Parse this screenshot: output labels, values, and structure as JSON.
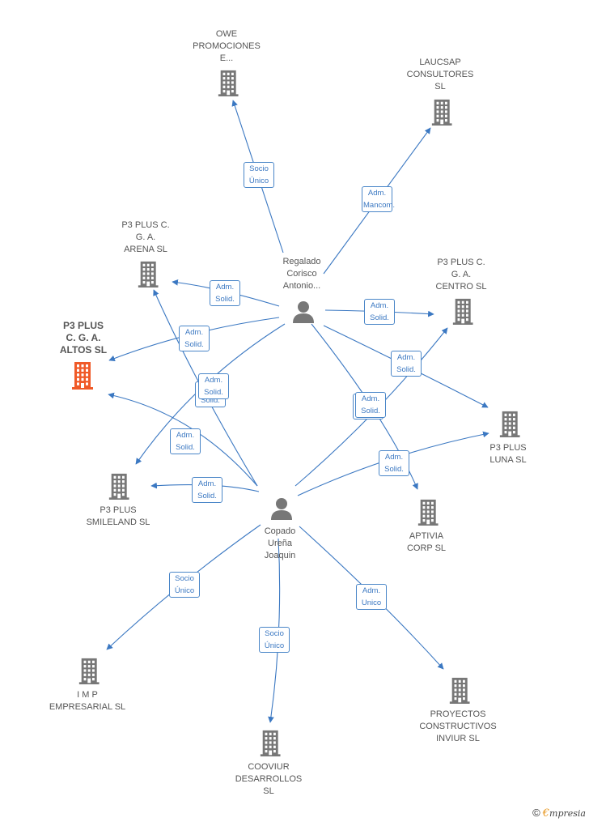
{
  "colors": {
    "edge": "#3b78c2",
    "node": "#777777",
    "highlight": "#f05a28",
    "label": "#555555"
  },
  "nodes": [
    {
      "id": "owe",
      "kind": "company",
      "lines": [
        "OWE",
        "PROMOCIONES",
        "E..."
      ]
    },
    {
      "id": "laucsap",
      "kind": "company",
      "lines": [
        "LAUCSAP",
        "CONSULTORES",
        "SL"
      ]
    },
    {
      "id": "arena",
      "kind": "company",
      "lines": [
        "P3 PLUS C.",
        "G. A.",
        "ARENA  SL"
      ]
    },
    {
      "id": "altos",
      "kind": "company",
      "highlight": true,
      "lines": [
        "P3 PLUS",
        "C.  G. A.",
        "ALTOS  SL"
      ]
    },
    {
      "id": "centro",
      "kind": "company",
      "lines": [
        "P3 PLUS C.",
        "G. A.",
        "CENTRO  SL"
      ]
    },
    {
      "id": "luna",
      "kind": "company",
      "lines": [
        "P3 PLUS",
        "LUNA  SL"
      ]
    },
    {
      "id": "smileland",
      "kind": "company",
      "lines": [
        "P3 PLUS",
        "SMILELAND  SL"
      ]
    },
    {
      "id": "aptivia",
      "kind": "company",
      "lines": [
        "APTIVIA",
        "CORP  SL"
      ]
    },
    {
      "id": "imp",
      "kind": "company",
      "lines": [
        "I M P",
        "EMPRESARIAL SL"
      ]
    },
    {
      "id": "cooviur",
      "kind": "company",
      "lines": [
        "COOVIUR",
        "DESARROLLOS",
        "SL"
      ]
    },
    {
      "id": "proyectos",
      "kind": "company",
      "lines": [
        "PROYECTOS",
        "CONSTRUCTIVOS",
        "INVIUR SL"
      ]
    },
    {
      "id": "regalado",
      "kind": "person",
      "lines": [
        "Regalado",
        "Corisco",
        "Antonio..."
      ]
    },
    {
      "id": "copado",
      "kind": "person",
      "lines": [
        "Copado",
        "Ureña",
        "Joaquin"
      ]
    }
  ],
  "edges": [
    {
      "from": "regalado",
      "to": "owe",
      "lines": [
        "Socio",
        "Único"
      ]
    },
    {
      "from": "regalado",
      "to": "laucsap",
      "lines": [
        "Adm.",
        "Mancom."
      ]
    },
    {
      "from": "regalado",
      "to": "arena",
      "lines": [
        "Adm.",
        "Solid."
      ]
    },
    {
      "from": "regalado",
      "to": "altos",
      "lines": [
        "Adm.",
        "Solid."
      ]
    },
    {
      "from": "regalado",
      "to": "centro",
      "lines": [
        "Adm.",
        "Solid."
      ]
    },
    {
      "from": "regalado",
      "to": "luna",
      "lines": [
        "Adm.",
        "Solid."
      ]
    },
    {
      "from": "regalado",
      "to": "smileland",
      "lines": [
        "Adm.",
        "Solid."
      ]
    },
    {
      "from": "regalado",
      "to": "aptivia",
      "lines": [
        "Adm.",
        "Solid."
      ]
    },
    {
      "from": "copado",
      "to": "arena",
      "lines": [
        "Adm.",
        "Solid."
      ]
    },
    {
      "from": "copado",
      "to": "altos",
      "lines": [
        "Adm.",
        "Solid."
      ]
    },
    {
      "from": "copado",
      "to": "smileland",
      "lines": [
        "Adm.",
        "Solid."
      ]
    },
    {
      "from": "copado",
      "to": "centro",
      "lines": [
        "Adm.",
        "Solid."
      ]
    },
    {
      "from": "copado",
      "to": "luna",
      "lines": [
        "Adm.",
        "Solid."
      ]
    },
    {
      "from": "copado",
      "to": "imp",
      "lines": [
        "Socio",
        "Único"
      ]
    },
    {
      "from": "copado",
      "to": "cooviur",
      "lines": [
        "Socio",
        "Único"
      ]
    },
    {
      "from": "copado",
      "to": "proyectos",
      "lines": [
        "Adm.",
        "Unico"
      ]
    }
  ],
  "brand": {
    "copyright": "©",
    "initial": "€",
    "name": "mpresia"
  }
}
